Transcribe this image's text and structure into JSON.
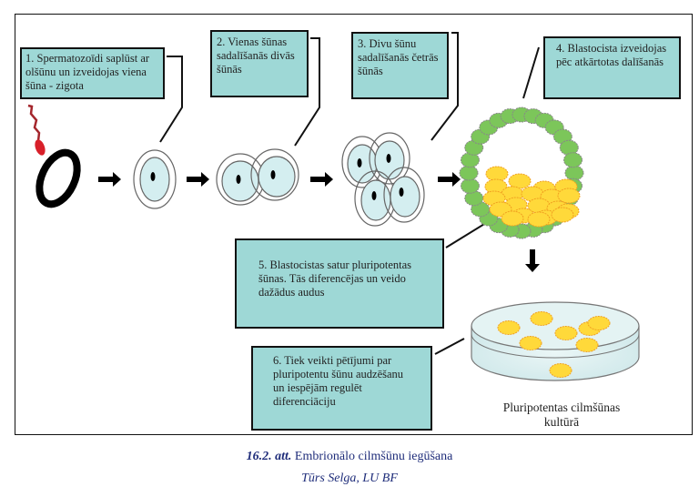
{
  "figure": {
    "steps": [
      {
        "number": "1",
        "text": "1. Spermatozoīdi saplūst ar olšūnu un izveidojas viena šūna - zigota",
        "lines": [
          "1. Spermatozoīdi saplūst ar",
          "olšūnu un izveidojas viena",
          "šūna - zigota"
        ]
      },
      {
        "number": "2",
        "text": "2. Vienas šūnas sadalīšanās divās šūnās",
        "lines": [
          "2. Vienas šūnas",
          "sadalīšanās divās",
          "šūnās"
        ]
      },
      {
        "number": "3",
        "text": "3. Divu šūnu sadalīšanās četrās šūnās",
        "lines": [
          "3. Divu šūnu",
          "sadalīšanās četrās",
          "šūnās"
        ]
      },
      {
        "number": "4",
        "text": "4. Blastocista izveidojas pēc atkārtotas dalīšanās",
        "lines": [
          "4. Blastocista izveidojas",
          "pēc atkārtotas dalīšanās"
        ]
      },
      {
        "number": "5",
        "text": "5. Blastocistas satur pluripotentas šūnas. Tās diferencējas un veido dažādus audus",
        "lines": [
          "5. Blastocistas satur pluripotentas",
          "šūnas. Tās diferencējas un veido",
          "dažādus audus"
        ]
      },
      {
        "number": "6",
        "text": "6. Tiek veikti pētījumi par pluripotentu šūnu audzēšanu un iespējām regulēt diferenciāciju",
        "lines": [
          "6. Tiek veikti pētījumi par",
          "pluripotentu šūnu audzēšanu",
          "un iespējām regulēt",
          "diferenciāciju"
        ]
      }
    ],
    "culture_label": [
      "Pluripotentas cilmšūnas",
      "kultūrā"
    ],
    "illustrations": [
      "sperm-and-egg",
      "zygote-one-cell",
      "two-cell-stage",
      "four-cell-stage",
      "blastocyst",
      "petri-dish-culture"
    ]
  },
  "caption": {
    "number": "16.2. att.",
    "title": " Embrionālo cilmšūnu iegūšana",
    "credit": "Tūrs Selga, LU BF"
  },
  "colors": {
    "box_fill": "#9ed8d6",
    "cell_fill": "#d4eef0",
    "trophoblast_green": "#7cc65a",
    "inner_mass_yellow": "#ffd93a",
    "inner_mass_edge": "#f0a020",
    "sperm_red": "#d8202a",
    "caption_blue": "#1f2d7a"
  }
}
